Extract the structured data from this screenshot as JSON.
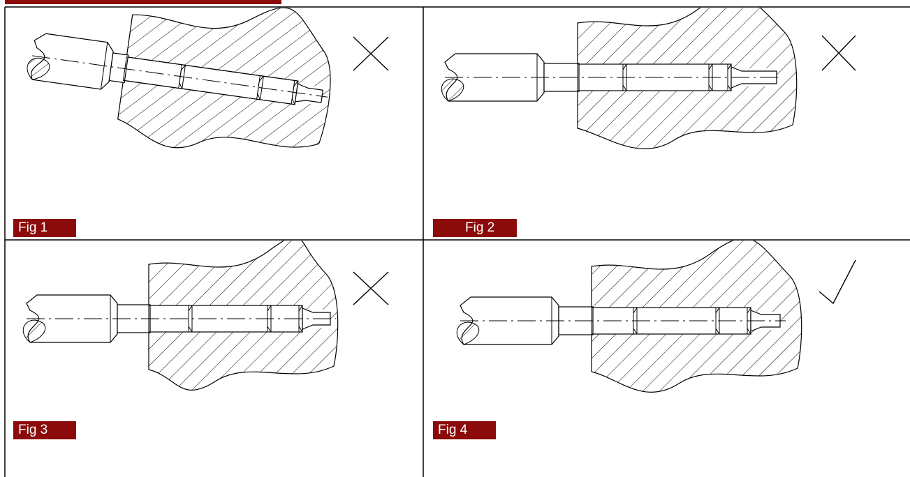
{
  "colors": {
    "accent": "#8b0a0a",
    "line": "#000000",
    "background": "#ffffff"
  },
  "figures": [
    {
      "label": "Fig 1",
      "mark": "cross-mark-icon",
      "state": "misaligned"
    },
    {
      "label": "Fig 2",
      "mark": "cross-mark-icon",
      "state": "aligned"
    },
    {
      "label": "Fig 3",
      "mark": "cross-mark-icon",
      "state": "aligned"
    },
    {
      "label": "Fig 4",
      "mark": "check-mark-icon",
      "state": "aligned"
    }
  ]
}
